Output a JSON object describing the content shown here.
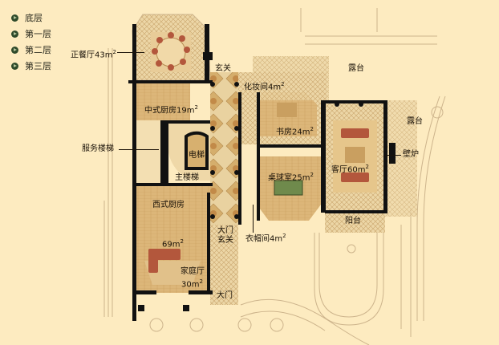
{
  "floor_nav": {
    "items": [
      {
        "label": "底层"
      },
      {
        "label": "第一层"
      },
      {
        "label": "第二层"
      },
      {
        "label": "第三层"
      }
    ],
    "bullet_color": "#2e4a2a"
  },
  "colors": {
    "background": "#fdebc0",
    "wall": "#111111",
    "floor_warm": "#e7c98d",
    "floor_tile": "#d8b477",
    "outline": "#c8b08a"
  },
  "rooms": {
    "dining": {
      "name": "正餐厅",
      "area": "43m",
      "sup": "2"
    },
    "entry_top": {
      "name": "玄关"
    },
    "powder": {
      "name": "化妆间",
      "area": "4m",
      "sup": "2"
    },
    "terrace_top": {
      "name": "露台"
    },
    "terrace_right": {
      "name": "露台"
    },
    "chinese_kitchen": {
      "name": "中式厨房",
      "area": "19m",
      "sup": "2"
    },
    "study": {
      "name": "书房",
      "area": "24m",
      "sup": "2"
    },
    "fireplace": {
      "name": "壁炉"
    },
    "service_stair": {
      "name": "服务楼梯"
    },
    "elevator": {
      "name": "电梯"
    },
    "living": {
      "name": "客厅",
      "area": "60m",
      "sup": "2"
    },
    "billiard": {
      "name": "桌球室",
      "area": "25m",
      "sup": "2"
    },
    "main_stair": {
      "name": "主楼梯"
    },
    "western_kitchen": {
      "name": "西式厨房"
    },
    "balcony": {
      "name": "阳台"
    },
    "kitchen_area": {
      "area": "69m",
      "sup": "2"
    },
    "main_entry_foyer": {
      "line1": "大门",
      "line2": "玄关"
    },
    "cloakroom": {
      "name": "衣帽间",
      "area": "4m",
      "sup": "2"
    },
    "family": {
      "name": "家庭厅",
      "area": "30m",
      "sup": "2"
    },
    "main_gate": {
      "name": "大门"
    }
  }
}
